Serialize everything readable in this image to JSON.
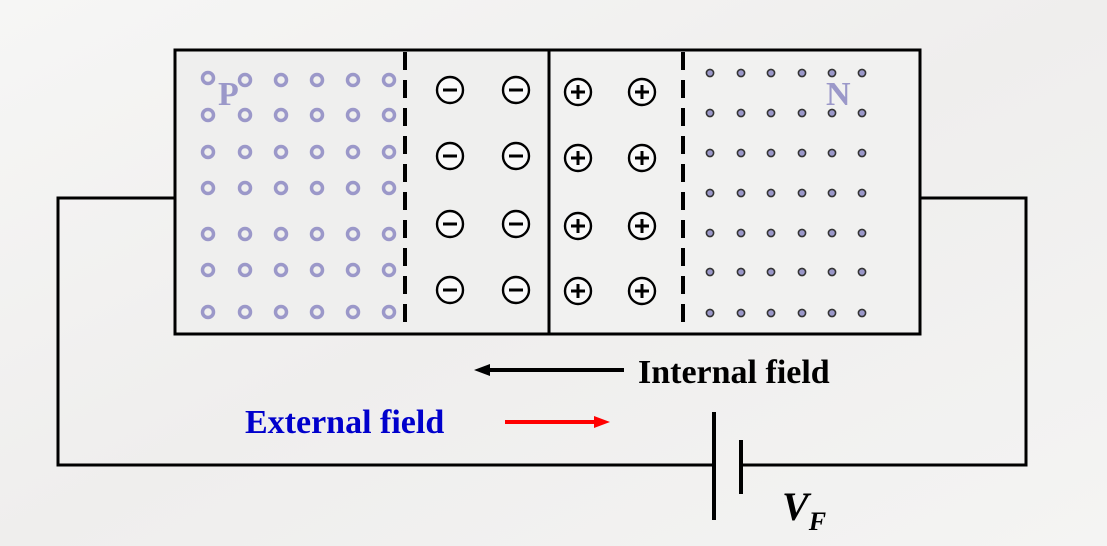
{
  "diagram": {
    "p_region": {
      "label": "P",
      "carrier": "hole-circle-icon",
      "color": "#9b98c9",
      "rows": 7,
      "cols": 6
    },
    "depletion_negative": {
      "symbol": "minus-circle-icon",
      "rows": 4,
      "cols": 2
    },
    "depletion_positive": {
      "symbol": "plus-circle-icon",
      "rows": 4,
      "cols": 2
    },
    "n_region": {
      "label": "N",
      "carrier": "electron-dot-icon",
      "color": "#9b98c9",
      "rows": 7,
      "cols": 6
    },
    "internal_field": {
      "label": "Internal field",
      "direction": "left",
      "color": "#000000"
    },
    "external_field": {
      "label": "External field",
      "direction": "right",
      "label_color": "#0000cc",
      "arrow_color": "#ff0000"
    },
    "battery": {
      "label_main": "V",
      "label_sub": "F"
    }
  }
}
